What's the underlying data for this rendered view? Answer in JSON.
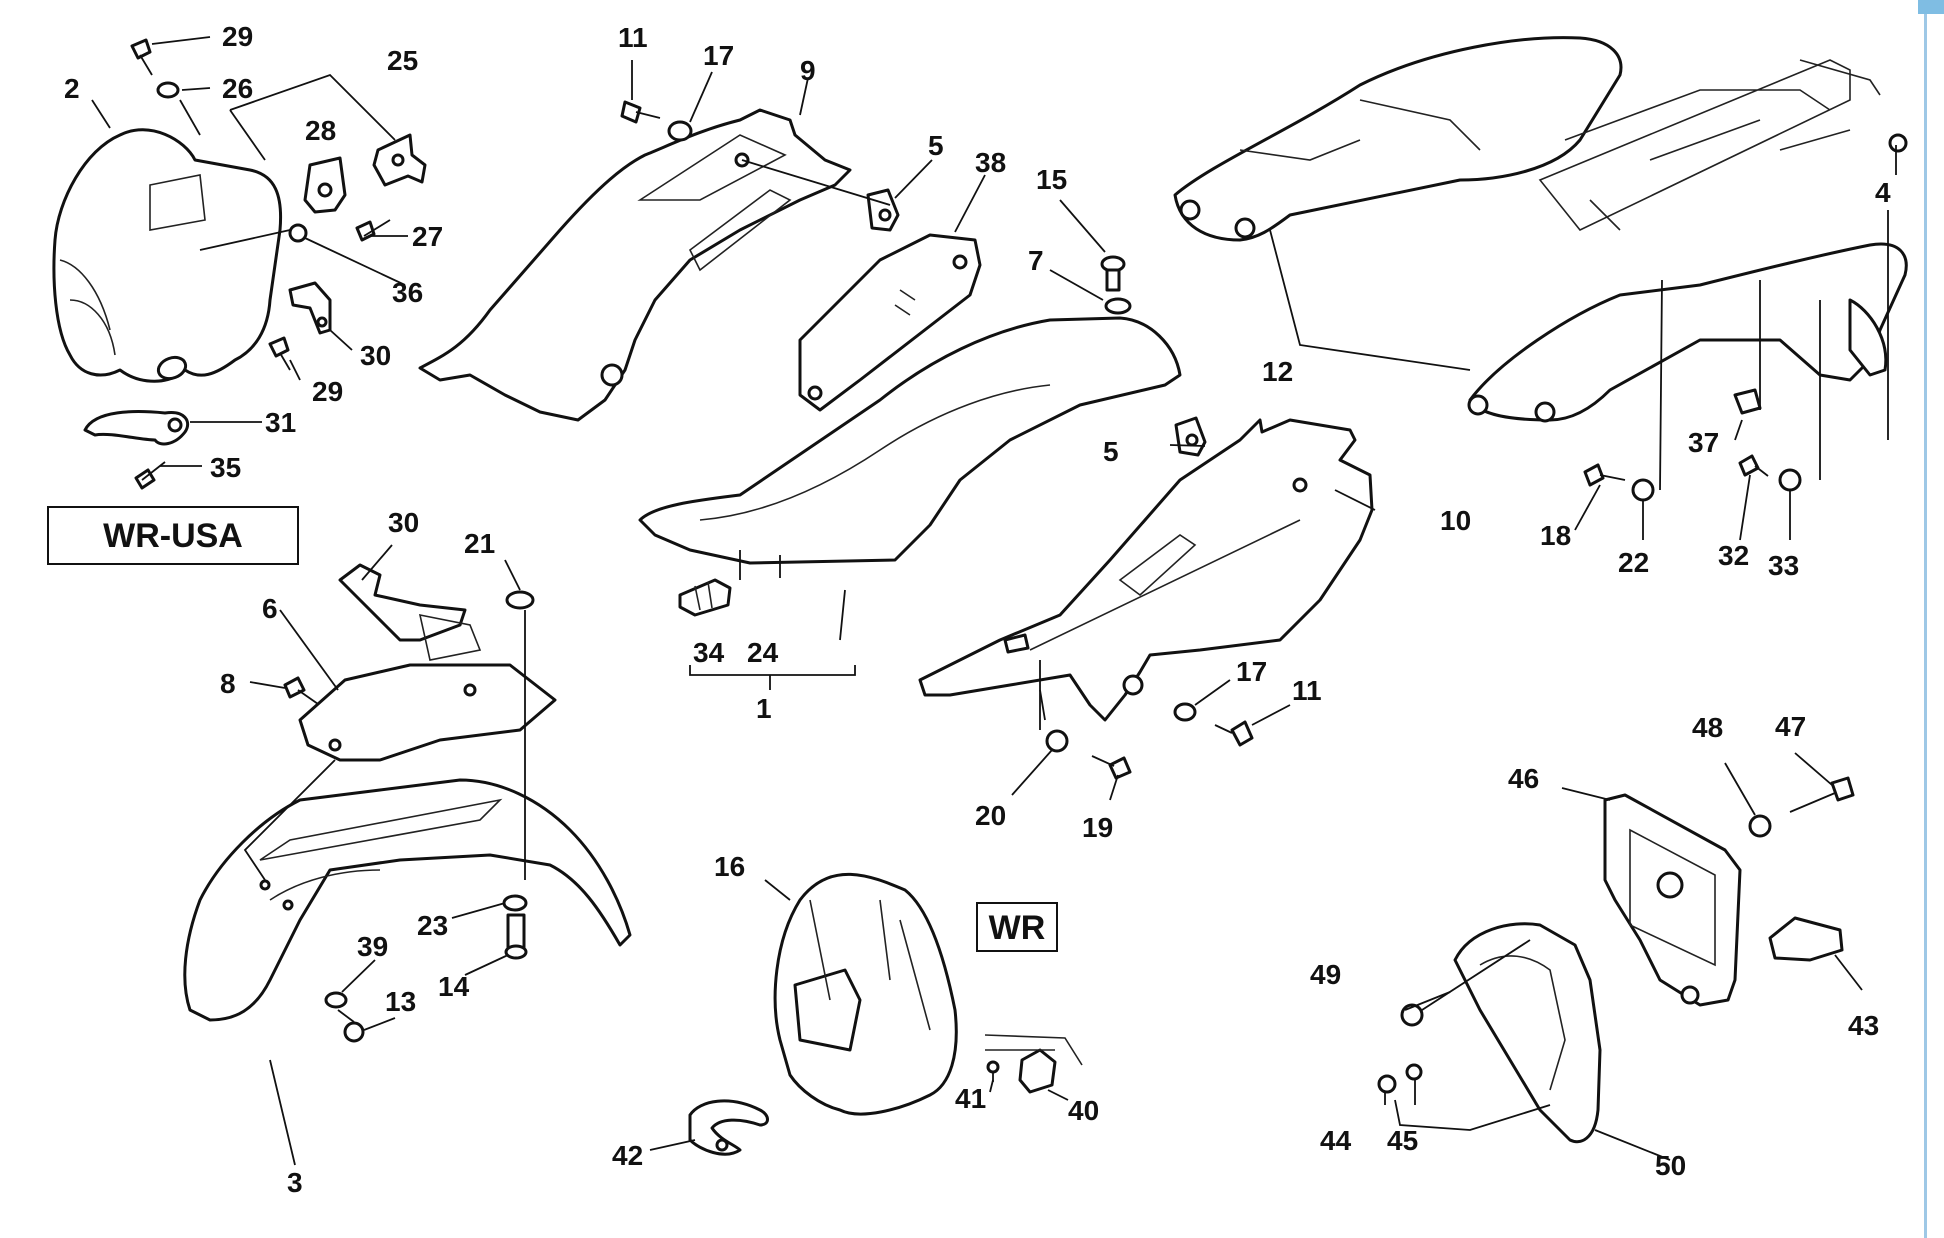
{
  "variant_labels": {
    "wr_usa": "WR-USA",
    "wr": "WR"
  },
  "callouts": [
    {
      "id": "c29a",
      "label": "29"
    },
    {
      "id": "c26",
      "label": "26"
    },
    {
      "id": "c25",
      "label": "25"
    },
    {
      "id": "c2",
      "label": "2"
    },
    {
      "id": "c28",
      "label": "28"
    },
    {
      "id": "c27",
      "label": "27"
    },
    {
      "id": "c36",
      "label": "36"
    },
    {
      "id": "c30a",
      "label": "30"
    },
    {
      "id": "c29b",
      "label": "29"
    },
    {
      "id": "c31",
      "label": "31"
    },
    {
      "id": "c35",
      "label": "35"
    },
    {
      "id": "c11a",
      "label": "11"
    },
    {
      "id": "c17a",
      "label": "17"
    },
    {
      "id": "c9",
      "label": "9"
    },
    {
      "id": "c5a",
      "label": "5"
    },
    {
      "id": "c38",
      "label": "38"
    },
    {
      "id": "c15",
      "label": "15"
    },
    {
      "id": "c7",
      "label": "7"
    },
    {
      "id": "c12",
      "label": "12"
    },
    {
      "id": "c4",
      "label": "4"
    },
    {
      "id": "c5b",
      "label": "5"
    },
    {
      "id": "c10",
      "label": "10"
    },
    {
      "id": "c37",
      "label": "37"
    },
    {
      "id": "c18",
      "label": "18"
    },
    {
      "id": "c22",
      "label": "22"
    },
    {
      "id": "c32",
      "label": "32"
    },
    {
      "id": "c33",
      "label": "33"
    },
    {
      "id": "c30b",
      "label": "30"
    },
    {
      "id": "c21",
      "label": "21"
    },
    {
      "id": "c6",
      "label": "6"
    },
    {
      "id": "c8",
      "label": "8"
    },
    {
      "id": "c34",
      "label": "34"
    },
    {
      "id": "c24",
      "label": "24"
    },
    {
      "id": "c1",
      "label": "1"
    },
    {
      "id": "c17b",
      "label": "17"
    },
    {
      "id": "c11b",
      "label": "11"
    },
    {
      "id": "c20",
      "label": "20"
    },
    {
      "id": "c19",
      "label": "19"
    },
    {
      "id": "c23",
      "label": "23"
    },
    {
      "id": "c39",
      "label": "39"
    },
    {
      "id": "c14",
      "label": "14"
    },
    {
      "id": "c13",
      "label": "13"
    },
    {
      "id": "c3",
      "label": "3"
    },
    {
      "id": "c16",
      "label": "16"
    },
    {
      "id": "c41",
      "label": "41"
    },
    {
      "id": "c40",
      "label": "40"
    },
    {
      "id": "c42",
      "label": "42"
    },
    {
      "id": "c48",
      "label": "48"
    },
    {
      "id": "c47",
      "label": "47"
    },
    {
      "id": "c46",
      "label": "46"
    },
    {
      "id": "c49",
      "label": "49"
    },
    {
      "id": "c43",
      "label": "43"
    },
    {
      "id": "c44",
      "label": "44"
    },
    {
      "id": "c45",
      "label": "45"
    },
    {
      "id": "c50",
      "label": "50"
    }
  ]
}
